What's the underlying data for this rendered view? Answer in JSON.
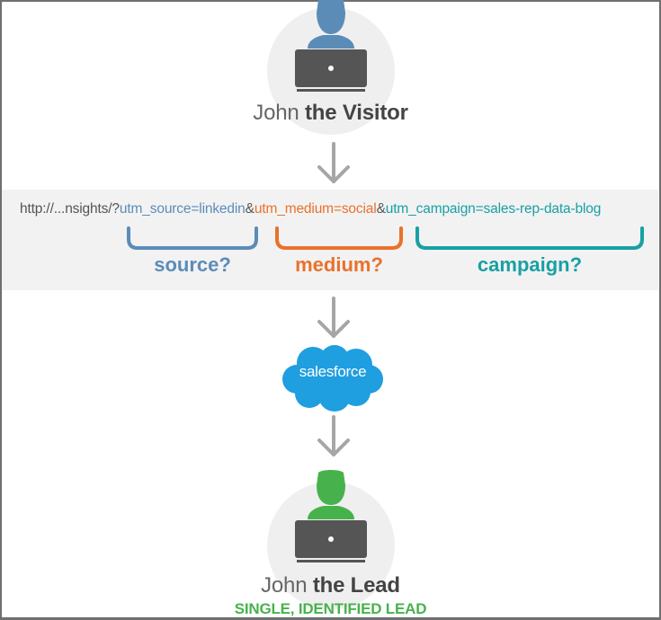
{
  "visitor": {
    "name_light": "John",
    "name_bold": "the Visitor",
    "icon": "person-at-laptop-icon",
    "person_color": "#5b8cb8"
  },
  "url": {
    "prefix": "http://...nsights/?",
    "source_param": "utm_source=linkedin",
    "amp1": "&",
    "medium_param": "utm_medium=social",
    "amp2": "&",
    "campaign_param": "utm_campaign=sales-rep-data-blog"
  },
  "brackets": [
    {
      "label": "source?",
      "color": "#5b8cb8"
    },
    {
      "label": "medium?",
      "color": "#e8722c"
    },
    {
      "label": "campaign?",
      "color": "#18a0a4"
    }
  ],
  "crm": {
    "logo_text": "salesforce",
    "icon": "salesforce-cloud-icon",
    "color": "#1f9ee0"
  },
  "lead": {
    "name_light": "John",
    "name_bold": "the Lead",
    "icon": "person-at-laptop-icon",
    "person_color": "#47b24c",
    "sublabel": "SINGLE, IDENTIFIED LEAD"
  },
  "colors": {
    "arrow": "#a6a6a6",
    "laptop": "#555555",
    "band": "#f2f2f2"
  }
}
